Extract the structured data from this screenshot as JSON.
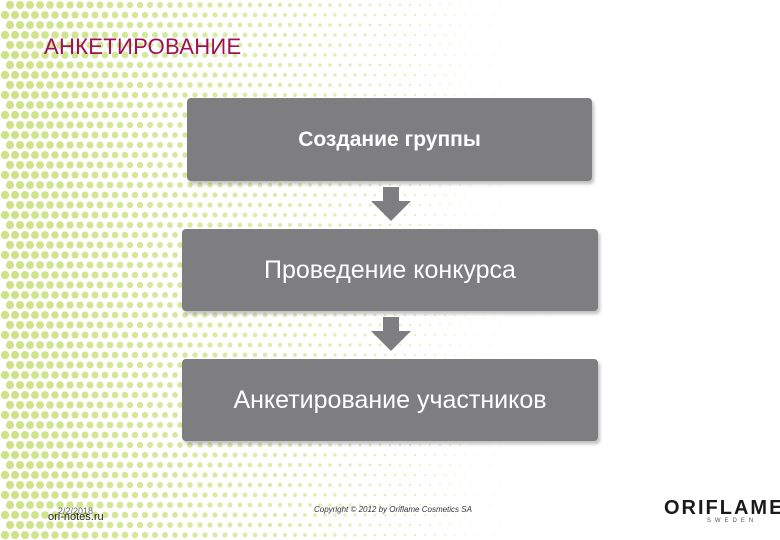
{
  "slide": {
    "title": "АНКЕТИРОВАНИЕ",
    "title_color": "#a0105a",
    "steps": [
      {
        "label": "Создание группы"
      },
      {
        "label": "Проведение конкурса"
      },
      {
        "label": "Анкетирование участников"
      }
    ],
    "box_color": "#7e7e80",
    "arrow_color": "#7e7e80",
    "dot_color": "#c8e07a"
  },
  "footer": {
    "date": "2/2/2018",
    "site": "ori-notes.ru",
    "copyright": "Copyright © 2012 by Oriflame Cosmetics SA",
    "logo_text": "ORIFLAME",
    "logo_sub": "SWEDEN"
  }
}
